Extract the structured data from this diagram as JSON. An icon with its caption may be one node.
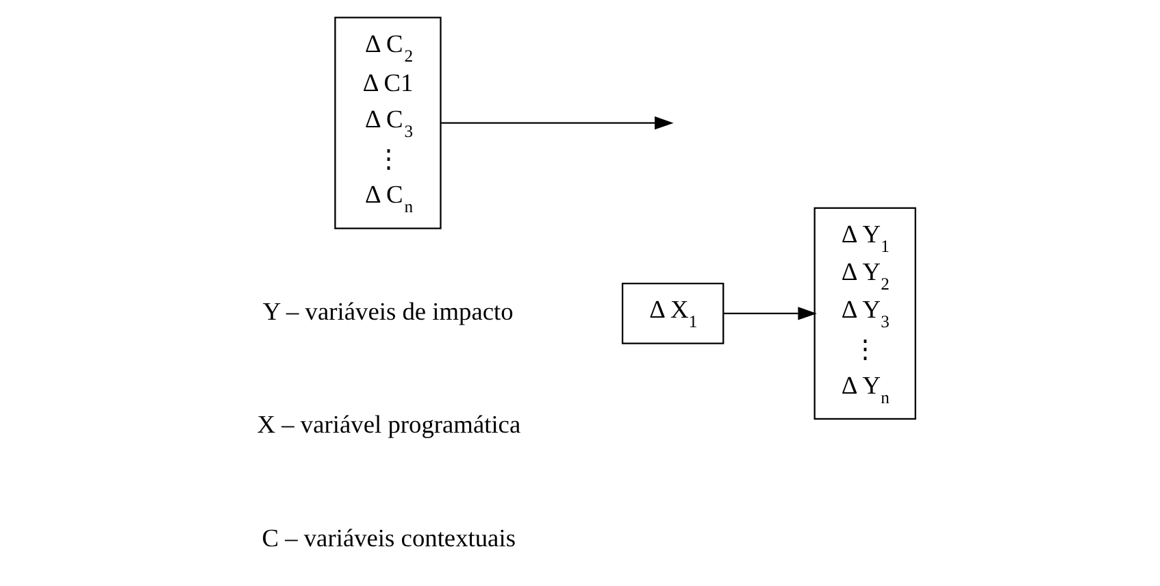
{
  "diagram": {
    "nodes": [
      {
        "text": [
          "Δ X$_{1}$"
        ]
      },
      {
        "text": [
          "Δ Y$_{1}$",
          "Δ Y$_{2}$",
          "Δ Y$_{3}$",
          "⋮",
          "Δ Y$_{n}$"
        ]
      },
      {
        "text": [
          "Δ C$_{2}$",
          "Δ C1",
          "Δ C$_{3}$",
          "⋮",
          "Δ C$_{n}$"
        ]
      }
    ],
    "edges": [
      {
        "from": 0,
        "to": 1,
        "arrow": "to"
      },
      {
        "from": 2,
        "to": null,
        "arrow": "to"
      }
    ],
    "labels": [
      "Y – variáveis de impacto",
      "X – variável programática",
      "C – variáveis contextuais"
    ]
  }
}
